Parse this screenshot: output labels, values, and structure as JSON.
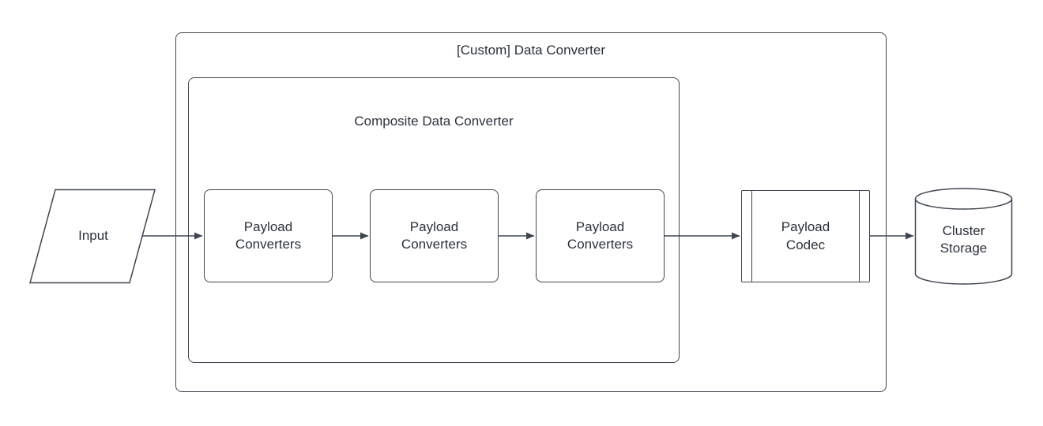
{
  "containers": {
    "custom_data_converter": {
      "label": "[Custom] Data Converter"
    },
    "composite_data_converter": {
      "label": "Composite Data Converter"
    }
  },
  "nodes": {
    "input": {
      "label": "Input",
      "shape": "parallelogram"
    },
    "payload_converter_1": {
      "label": "Payload Converters",
      "shape": "rounded-rectangle"
    },
    "payload_converter_2": {
      "label": "Payload Converters",
      "shape": "rounded-rectangle"
    },
    "payload_converter_3": {
      "label": "Payload Converters",
      "shape": "rounded-rectangle"
    },
    "payload_codec": {
      "label": "Payload Codec",
      "shape": "predefined-process"
    },
    "cluster_storage": {
      "label": "Cluster Storage",
      "shape": "cylinder"
    }
  },
  "edges": [
    {
      "from": "input",
      "to": "payload_converter_1"
    },
    {
      "from": "payload_converter_1",
      "to": "payload_converter_2"
    },
    {
      "from": "payload_converter_2",
      "to": "payload_converter_3"
    },
    {
      "from": "payload_converter_3",
      "to": "payload_codec"
    },
    {
      "from": "payload_codec",
      "to": "cluster_storage"
    }
  ],
  "colors": {
    "stroke": "#3f4650",
    "text": "#2b313a",
    "background": "#ffffff"
  }
}
